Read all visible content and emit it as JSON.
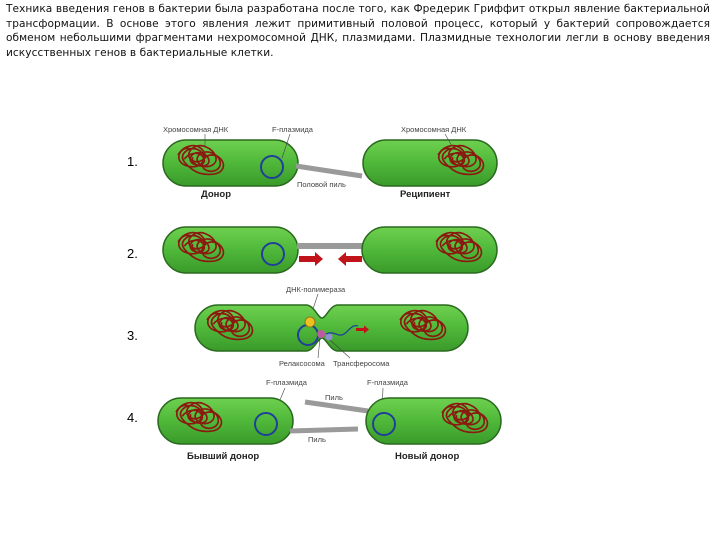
{
  "intro_text": "Техника введения генов в бактерии была разработана после того, как Фредерик Гриффит открыл явление бактериальной трансформации. В основе этого явления лежит примитивный половой процесс, который у бактерий сопровождается обменом небольшими фрагментами нехромосомной ДНК, плазмидами. Плазмидные технологии легли в основу введения искусственных генов в бактериальные клетки.",
  "figure": {
    "steps": [
      "1.",
      "2.",
      "3.",
      "4."
    ],
    "labels": {
      "chrom_dna_left": "Хромосомная ДНК",
      "f_plasmid_top": "F-плазмида",
      "chrom_dna_right": "Хромосомная ДНК",
      "sex_pilus": "Половой пиль",
      "donor": "Донор",
      "recipient": "Реципиент",
      "dna_polymerase": "ДНК-полимераза",
      "relaxosome": "Релаксосома",
      "transferosome": "Трансферосома",
      "f_plasmid_4a": "F-плазмида",
      "f_plasmid_4b": "F-плазмида",
      "pilus_4a": "Пиль",
      "pilus_4b": "Пиль",
      "former_donor": "Бывший донор",
      "new_donor": "Новый донор"
    },
    "colors": {
      "cell_fill": "#4fb83a",
      "cell_stroke": "#2a6a1f",
      "chromosome": "#8a1a10",
      "plasmid": "#1f3f9a",
      "pilus": "#9a9a9a",
      "arrow": "#c0141a"
    }
  }
}
